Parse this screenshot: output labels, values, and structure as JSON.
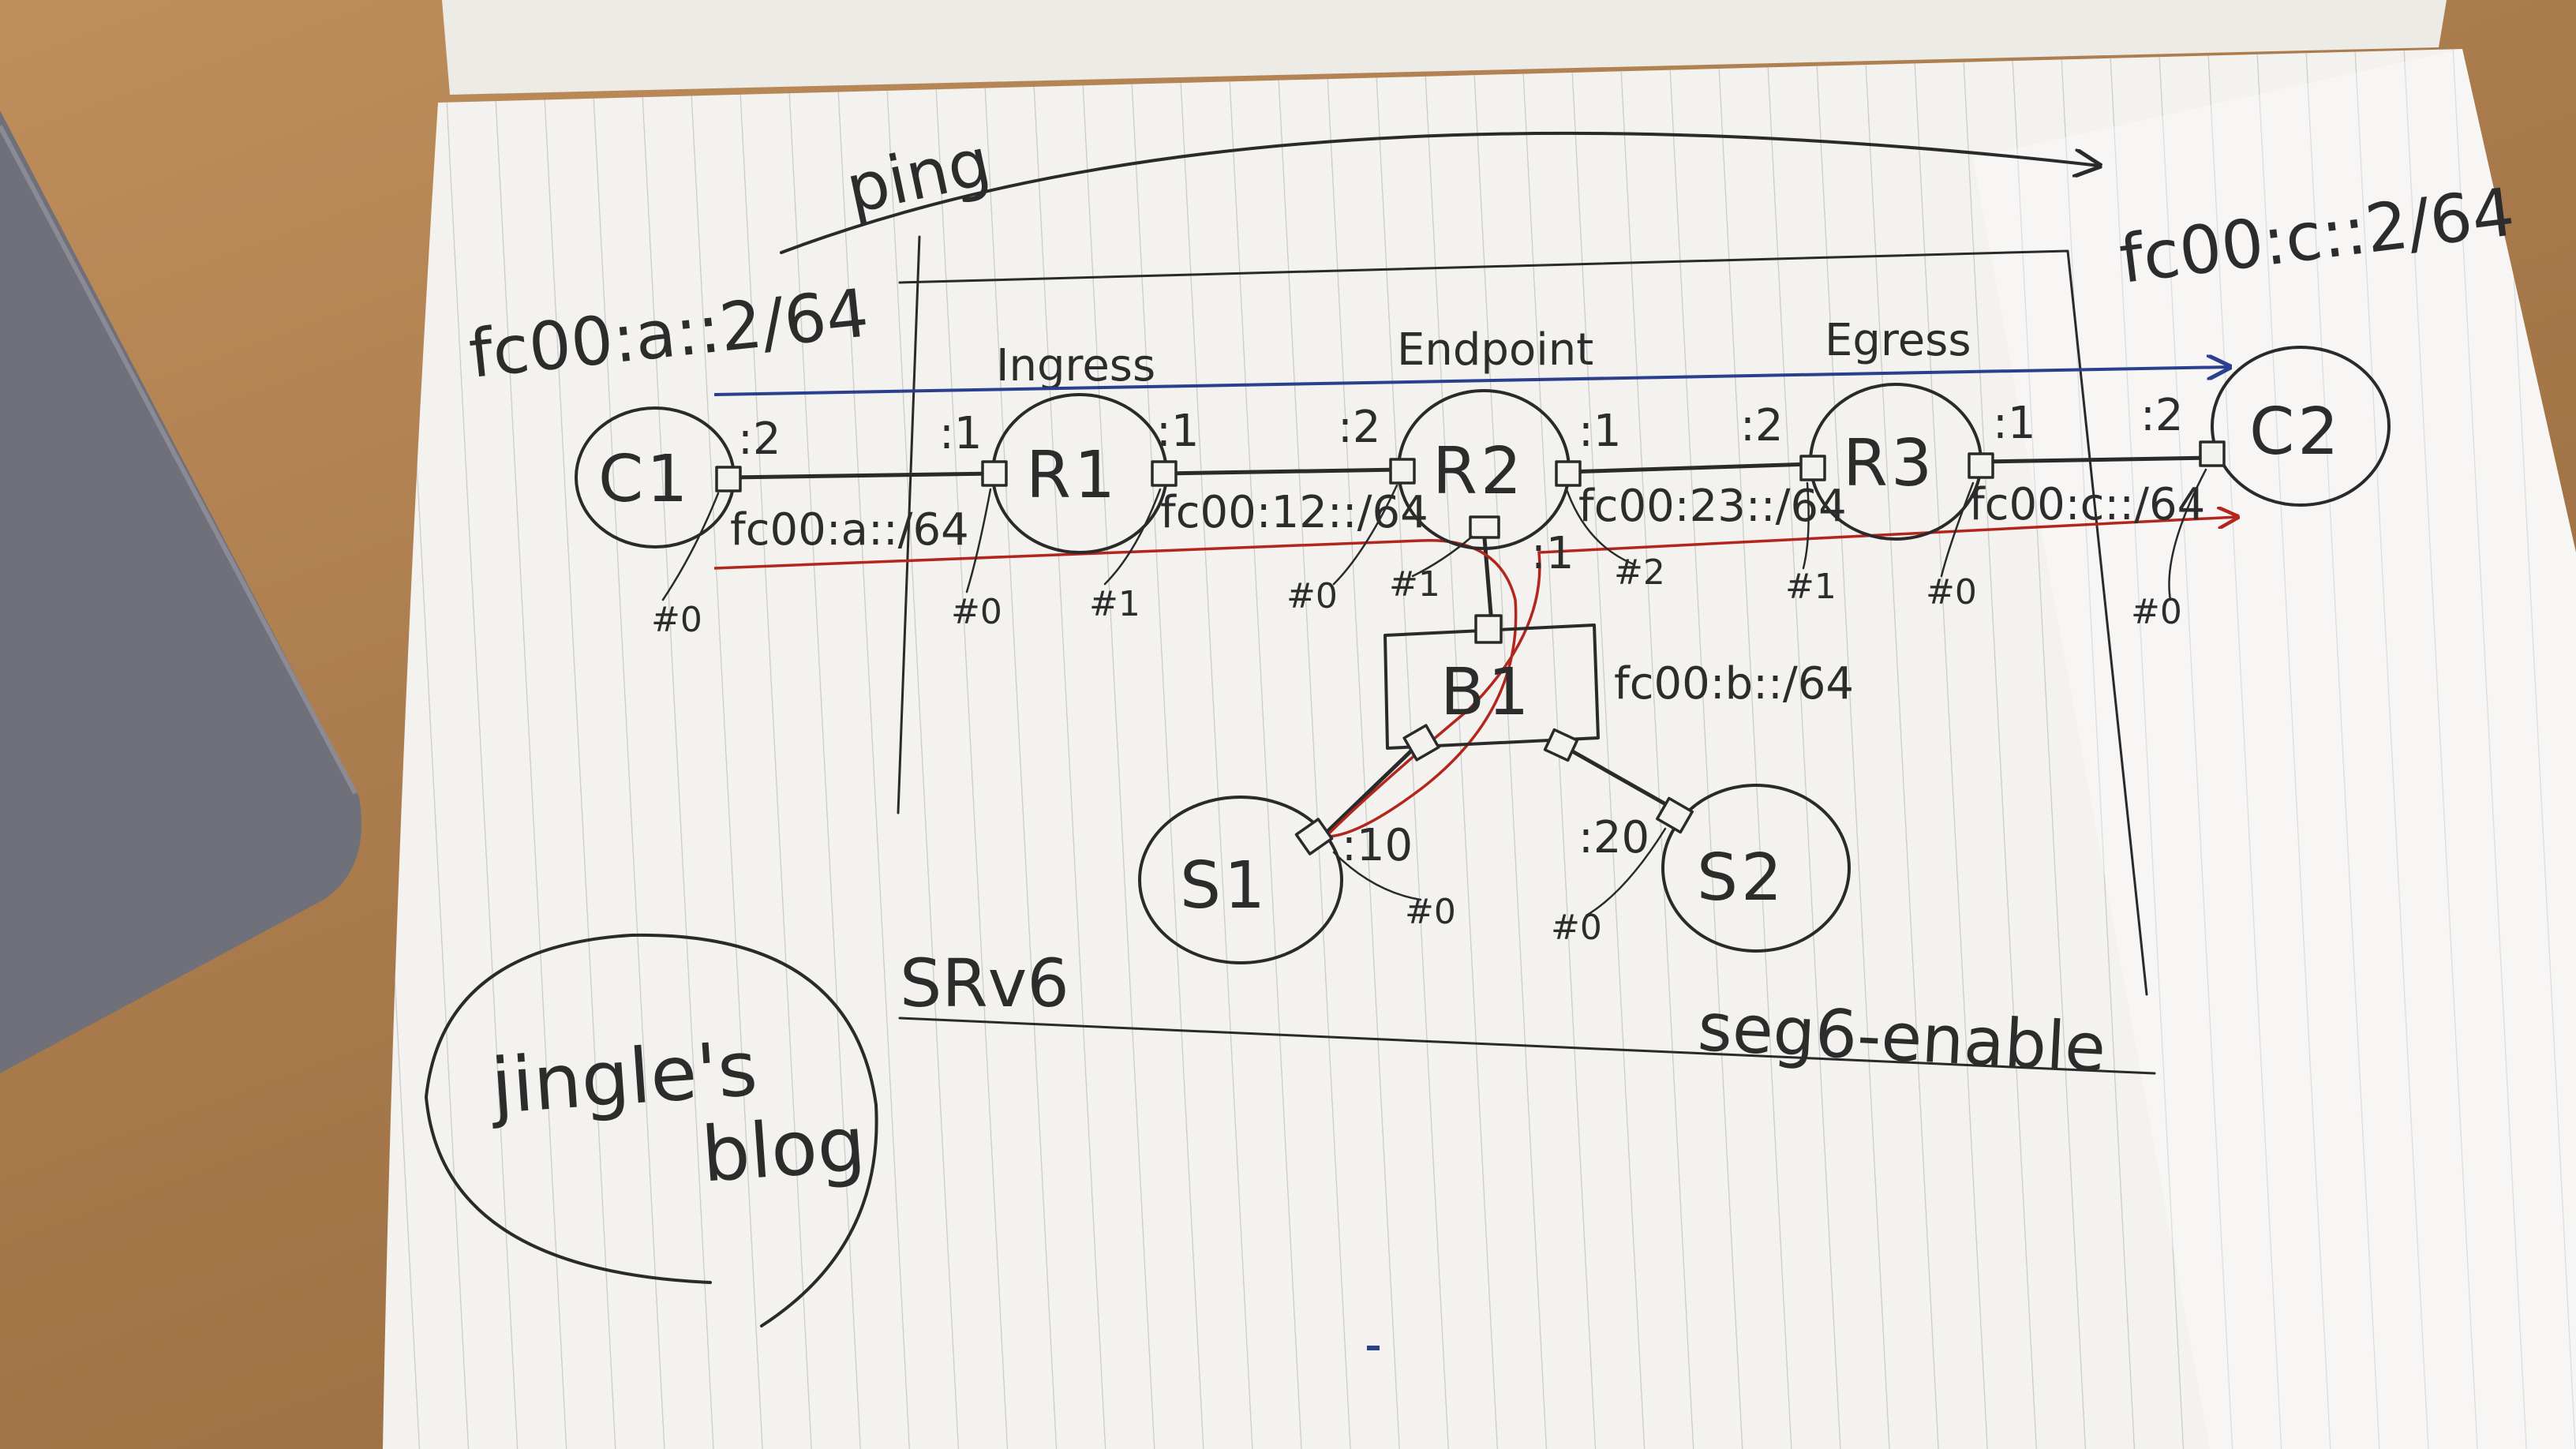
{
  "diagram": {
    "title_ping": "ping",
    "section_title": "SRv6",
    "section_note": "seg6-enable",
    "stamp": "jingle's blog",
    "address_c1": "fc00:a::2/64",
    "address_c2": "fc00:c::2/64",
    "roles": {
      "ingress": "Ingress",
      "endpoint": "Endpoint",
      "egress": "Egress"
    },
    "nodes": {
      "c1": "C1",
      "r1": "R1",
      "r2": "R2",
      "r3": "R3",
      "c2": "C2",
      "b1": "B1",
      "s1": "S1",
      "s2": "S2"
    },
    "subnets": {
      "a": "fc00:a::/64",
      "n12": "fc00:12::/64",
      "n23": "fc00:23::/64",
      "c": "fc00:c::/64",
      "b": "fc00:b::/64"
    },
    "port_ids": {
      "c1_2": ":2",
      "r1_1_left": ":1",
      "r1_1_right": ":1",
      "r2_2": ":2",
      "r2_1_right": ":1",
      "r2_1_down": ":1",
      "r3_2": ":2",
      "r3_1": ":1",
      "c2_2": ":2",
      "s1_10": ":10",
      "s2_20": ":20"
    },
    "iface_ids": {
      "c1_0": "#0",
      "r1_0": "#0",
      "r1_1": "#1",
      "r2_0": "#0",
      "r2_1": "#1",
      "r2_2": "#2",
      "r3_1": "#1",
      "r3_0": "#0",
      "c2_0": "#0",
      "s1_0": "#0",
      "s2_0": "#0"
    },
    "colors": {
      "ink": "#2a2a2a",
      "blue_path": "#2b3f8f",
      "red_path": "#b3261e",
      "paper": "#f3f2ee",
      "wood": "#b0804f",
      "laptop": "#6f7079"
    }
  }
}
